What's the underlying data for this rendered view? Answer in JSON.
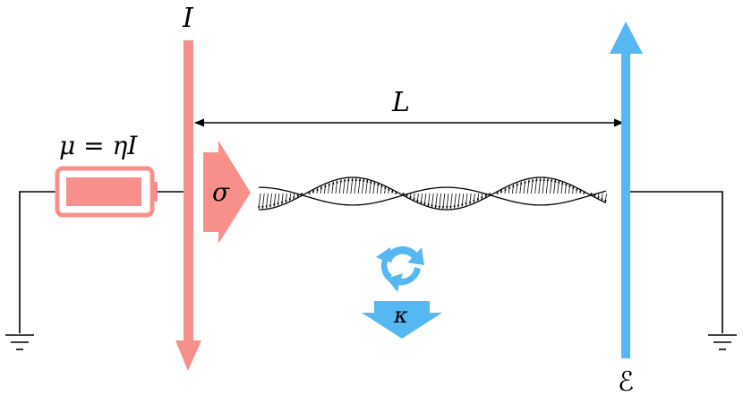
{
  "labels": {
    "current_top": "I",
    "emf_bottom": "ℰ",
    "length": "L",
    "chemical_potential": "μ = ηI",
    "spin_accumulation": "σ",
    "relaxation": "κ"
  },
  "colors": {
    "injector": "#f7908a",
    "detector": "#55b8f2",
    "line": "#000000",
    "battery_fill": "#f7908a"
  },
  "icons": {
    "battery": "battery-icon",
    "ground_left": "ground-icon",
    "ground_right": "ground-icon",
    "cycle": "cycle-arrows-icon"
  }
}
